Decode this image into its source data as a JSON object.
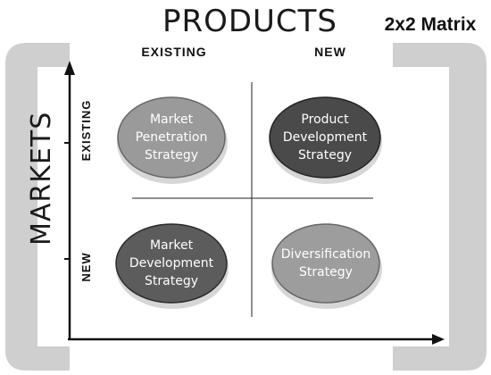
{
  "header": {
    "title": "PRODUCTS",
    "badge": "2x2 Matrix"
  },
  "columns": {
    "existing": "EXISTING",
    "new": "NEW"
  },
  "rows": {
    "axis_label": "MARKETS",
    "existing": "EXISTING",
    "new": "NEW"
  },
  "quadrants": [
    {
      "label": "Market\nPenetration\nStrategy",
      "color": "#9a9a9a"
    },
    {
      "label": "Product\nDevelopment\nStrategy",
      "color": "#4a4a4a"
    },
    {
      "label": "Market\nDevelopment\nStrategy",
      "color": "#5c5c5c"
    },
    {
      "label": "Diversification\nStrategy",
      "color": "#9d9d9d"
    }
  ],
  "colors": {
    "bracket": "#cfcfcf",
    "axis": "#111111"
  }
}
